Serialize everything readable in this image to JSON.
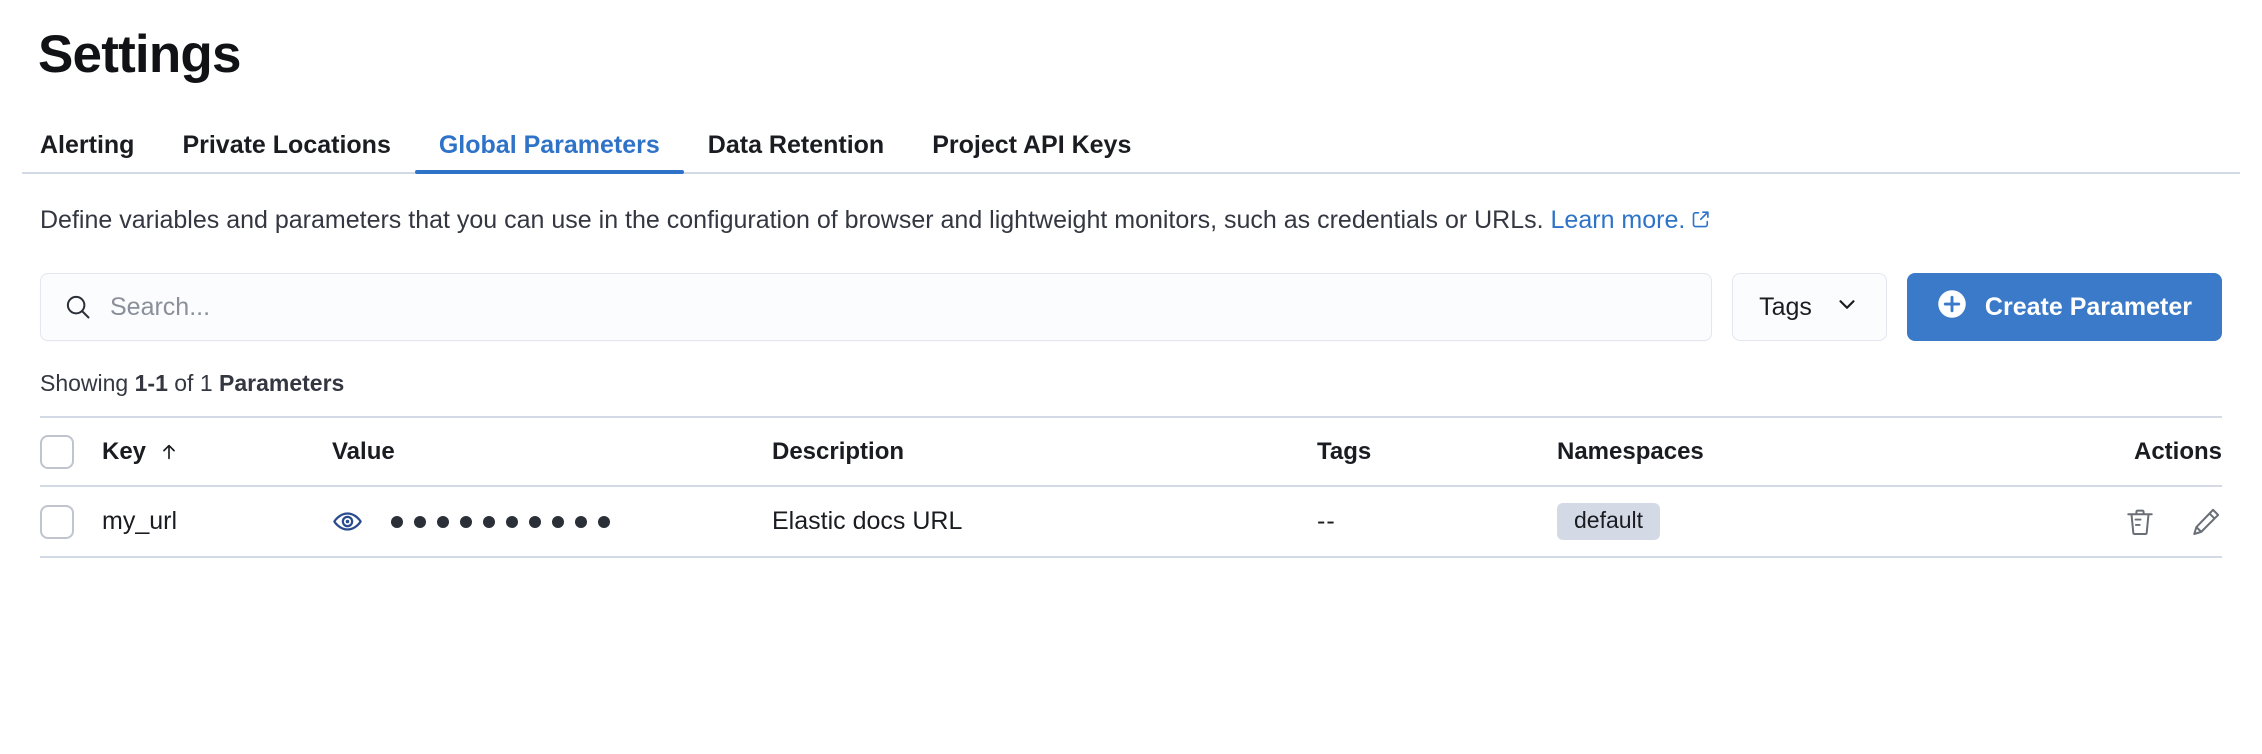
{
  "header": {
    "title": "Settings"
  },
  "tabs": [
    {
      "label": "Alerting",
      "active": false
    },
    {
      "label": "Private Locations",
      "active": false
    },
    {
      "label": "Global Parameters",
      "active": true
    },
    {
      "label": "Data Retention",
      "active": false
    },
    {
      "label": "Project API Keys",
      "active": false
    }
  ],
  "description": {
    "text": "Define variables and parameters that you can use in the configuration of browser and lightweight monitors, such as credentials or URLs. ",
    "link_label": "Learn more.",
    "link_icon": "external-link-icon"
  },
  "controls": {
    "search": {
      "placeholder": "Search...",
      "value": "",
      "icon": "search-icon"
    },
    "tags_button": {
      "label": "Tags",
      "icon": "chevron-down-icon"
    },
    "create_button": {
      "label": "Create Parameter",
      "icon": "plus-circle-icon"
    }
  },
  "results": {
    "showing_prefix": "Showing ",
    "range": "1-1",
    "of": " of 1 ",
    "entity": "Parameters"
  },
  "table": {
    "columns": [
      {
        "label": "",
        "name": "select-all"
      },
      {
        "label": "Key",
        "name": "key",
        "sort": "asc",
        "sort_icon": "arrow-up-icon"
      },
      {
        "label": "Value",
        "name": "value"
      },
      {
        "label": "Description",
        "name": "description"
      },
      {
        "label": "Tags",
        "name": "tags"
      },
      {
        "label": "Namespaces",
        "name": "namespaces"
      },
      {
        "label": "Actions",
        "name": "actions"
      }
    ],
    "rows": [
      {
        "key": "my_url",
        "value_masked": "••••••••••",
        "value_dot_count": 10,
        "value_toggle_icon": "eye-icon",
        "description": "Elastic docs URL",
        "tags": "--",
        "namespace_badge": "default",
        "actions": [
          "trash-icon",
          "pencil-icon"
        ]
      }
    ]
  },
  "colors": {
    "accent_blue": "#2e73c8",
    "button_blue": "#3a7ac8",
    "border": "#d3dae6",
    "badge_bg": "#d3dae6",
    "text": "#1a1c21",
    "muted": "#8a8f99"
  }
}
